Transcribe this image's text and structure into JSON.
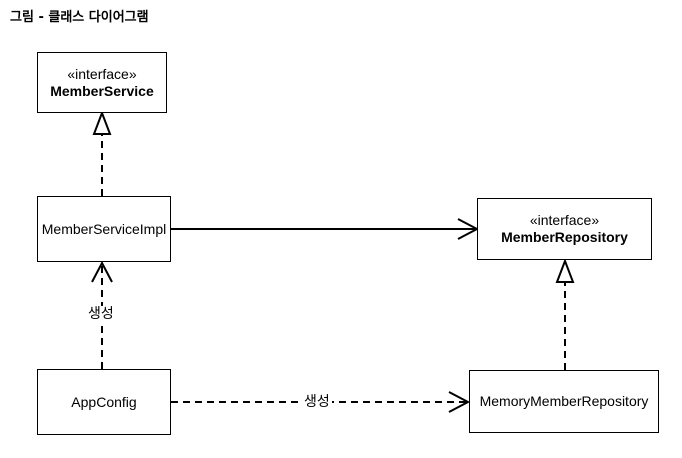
{
  "title": "그림 - 클래스 다이어그램",
  "nodes": {
    "member_service": {
      "stereotype": "«interface»",
      "name": "MemberService"
    },
    "member_service_impl": {
      "name": "MemberServiceImpl"
    },
    "member_repository": {
      "stereotype": "«interface»",
      "name": "MemberRepository"
    },
    "app_config": {
      "name": "AppConfig"
    },
    "memory_member_repository": {
      "name": "MemoryMemberRepository"
    }
  },
  "edges": [
    {
      "from": "member_service_impl",
      "to": "member_service",
      "kind": "realization"
    },
    {
      "from": "member_service_impl",
      "to": "member_repository",
      "kind": "association"
    },
    {
      "from": "memory_member_repository",
      "to": "member_repository",
      "kind": "realization"
    },
    {
      "from": "app_config",
      "to": "member_service_impl",
      "kind": "dependency",
      "label": "생성"
    },
    {
      "from": "app_config",
      "to": "memory_member_repository",
      "kind": "dependency",
      "label": "생성"
    }
  ]
}
